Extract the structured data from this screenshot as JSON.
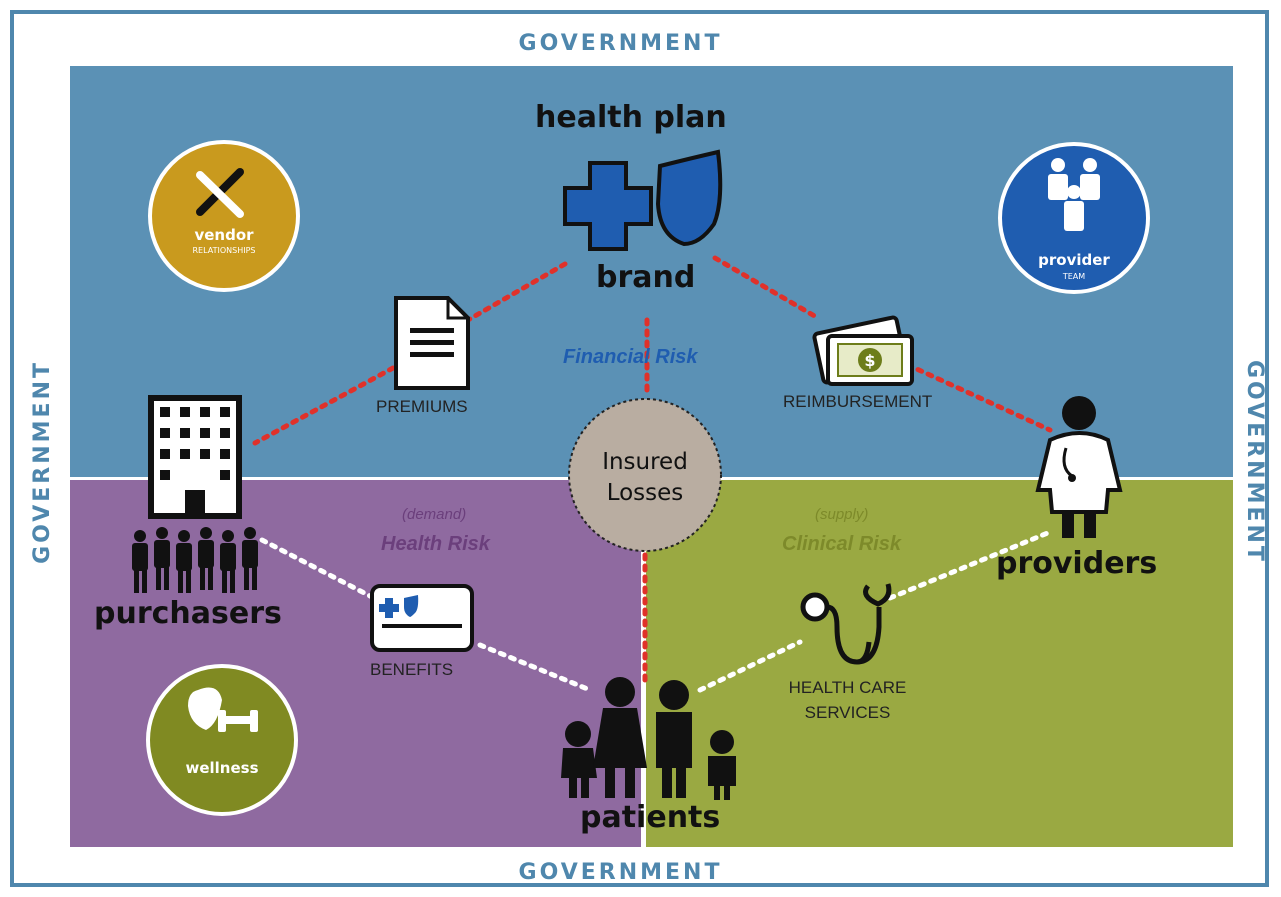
{
  "government": {
    "top": "GOVERNMENT",
    "bottom": "GOVERNMENT",
    "left": "GOVERNMENT",
    "right": "GOVERNMENT"
  },
  "health_plan": {
    "title": "health plan",
    "brand": "brand"
  },
  "risk": {
    "financial": "Financial Risk",
    "demand": "(demand)",
    "health": "Health Risk",
    "supply": "(supply)",
    "clinical": "Clinical Risk"
  },
  "center": {
    "line1": "Insured",
    "line2": "Losses"
  },
  "nodes": {
    "purchasers": "purchasers",
    "providers": "providers",
    "patients": "patients"
  },
  "flows": {
    "premiums": "PREMIUMS",
    "reimbursement": "REIMBURSEMENT",
    "benefits": "BENEFITS",
    "services_line1": "HEALTH CARE",
    "services_line2": "SERVICES"
  },
  "badges": {
    "vendor": {
      "title": "vendor",
      "sub": "RELATIONSHIPS"
    },
    "provider": {
      "title": "provider",
      "sub": "TEAM"
    },
    "wellness": {
      "title": "wellness"
    }
  },
  "colors": {
    "border": "#4f87ad",
    "blue": "#5b91b5",
    "purple": "#8f6aa0",
    "green": "#9aa942",
    "gold": "#c99a1e",
    "badge_blue": "#1f5db0",
    "badge_green": "#808a22",
    "red_dots": "#e0312a",
    "center": "#b9ada1"
  }
}
